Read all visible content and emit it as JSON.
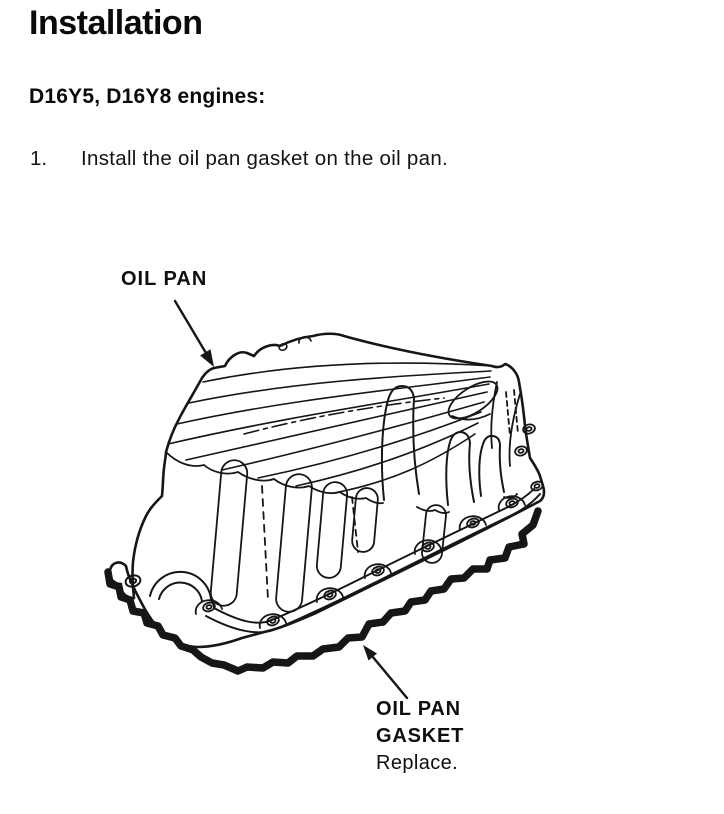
{
  "document": {
    "title": "Installation",
    "engines_heading": "D16Y5, D16Y8 engines:",
    "step": {
      "number": "1.",
      "text": "Install the oil pan gasket on the oil pan."
    },
    "figure": {
      "oil_pan_label": "OIL PAN",
      "gasket_label": {
        "line1": "OIL PAN",
        "line2": "GASKET",
        "note": "Replace."
      },
      "ink_color": "#161616",
      "paper_color": "#ffffff"
    }
  }
}
